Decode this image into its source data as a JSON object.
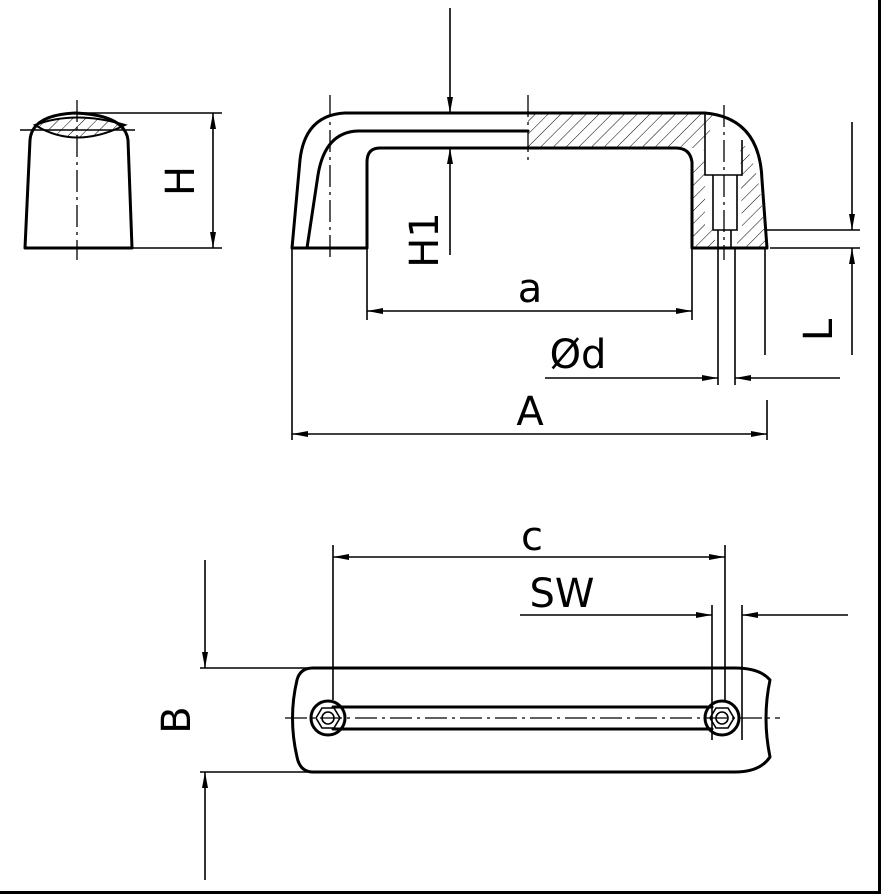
{
  "title": "Handle technical drawing",
  "labels": {
    "H": "H",
    "H1": "H1",
    "a": "a",
    "d": "Ød",
    "L": "L",
    "A": "A",
    "c": "c",
    "SW": "SW",
    "B": "B"
  }
}
